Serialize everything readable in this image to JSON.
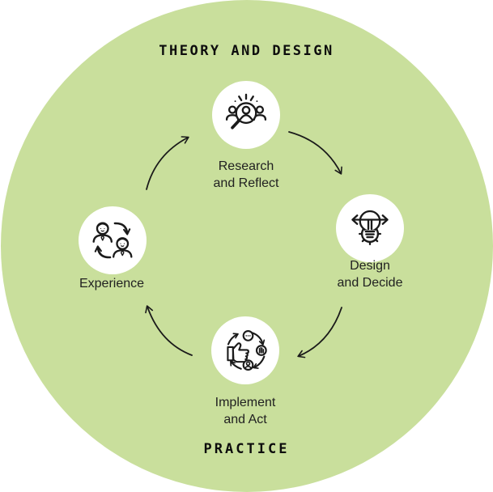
{
  "diagram": {
    "top_label": "THEORY AND DESIGN",
    "bottom_label": "PRACTICE",
    "flow_direction": "clockwise",
    "colors": {
      "background_circle": "#c9df9c",
      "node_circle": "#ffffff",
      "line_and_icon": "#1a1a1a",
      "label_text": "#212121",
      "page_background": "#ffffff"
    },
    "nodes": [
      {
        "id": "research",
        "label": "Research\nand Reflect",
        "icon": "research-magnifier-people-icon"
      },
      {
        "id": "design",
        "label": "Design\nand Decide",
        "icon": "design-lightbulb-gear-arrows-icon"
      },
      {
        "id": "implement",
        "label": "Implement\nand Act",
        "icon": "implement-thumbs-up-cycle-icon"
      },
      {
        "id": "experience",
        "label": "Experience",
        "icon": "experience-people-exchange-icon"
      }
    ],
    "sequence": [
      "Research and Reflect",
      "Design and Decide",
      "Implement and Act",
      "Experience"
    ]
  }
}
